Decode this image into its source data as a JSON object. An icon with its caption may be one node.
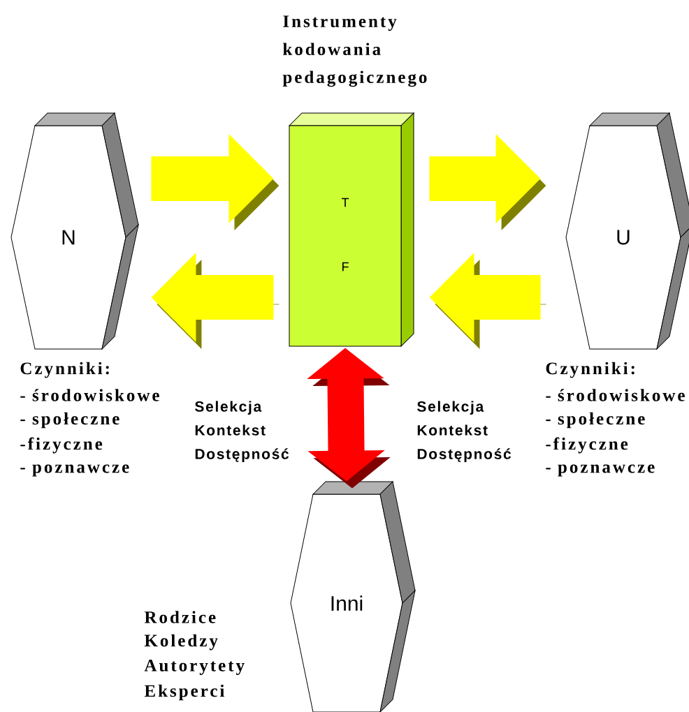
{
  "diagram": {
    "nodes": [
      {
        "text": [
          "N"
        ],
        "beside": [
          "Czynniki:",
          "- środowiskowe",
          "- społeczne",
          "-fizyczne",
          "- poznawcze"
        ]
      },
      {
        "text": [
          "Instrumenty kodowania pedagogicznego",
          "T",
          "F"
        ]
      },
      {
        "text": [
          "U"
        ],
        "beside": [
          "Czynniki:",
          "- środowiskowe",
          "- społeczne",
          "-fizyczne",
          "- poznawcze"
        ]
      },
      {
        "text": [
          "Inni"
        ],
        "beside": [
          "Rodzice",
          "Koledzy",
          "Autorytety",
          "Eksperci"
        ]
      }
    ],
    "edges": [
      {
        "from": 0,
        "to": 1,
        "arrow": "to"
      },
      {
        "from": 1,
        "to": 0,
        "arrow": "to"
      },
      {
        "from": 1,
        "to": 2,
        "arrow": "to"
      },
      {
        "from": 2,
        "to": 1,
        "arrow": "to"
      },
      {
        "from": 1,
        "to": 3,
        "arrow": "both",
        "color": "#ff0000"
      }
    ],
    "labels": [
      "Selekcja Kontekst Dostępność",
      "Selekcja Kontekst Dostępność"
    ]
  }
}
